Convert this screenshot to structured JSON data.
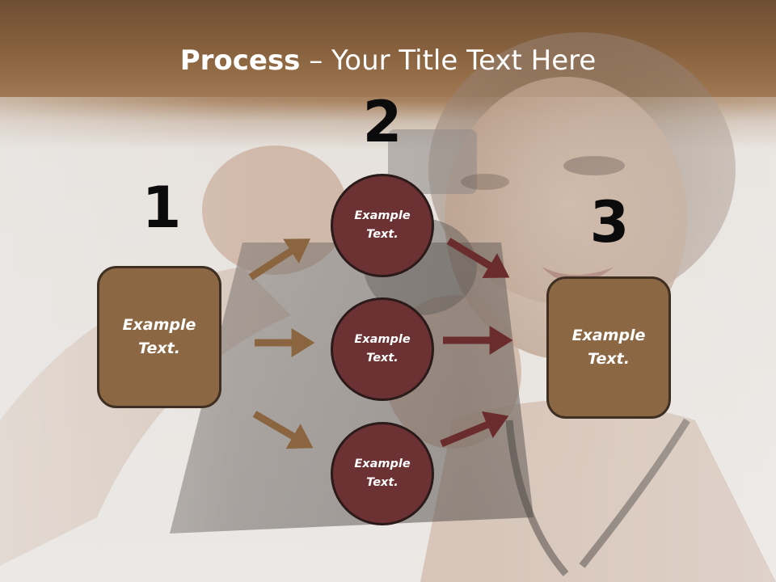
{
  "slide": {
    "title_bold": "Process",
    "title_rest": " – Your Title Text Here",
    "steps": {
      "one": {
        "number": "1",
        "box_text": "Example Text."
      },
      "two": {
        "number": "2",
        "circles": [
          {
            "text": "Example Text."
          },
          {
            "text": "Example Text."
          },
          {
            "text": "Example Text."
          }
        ]
      },
      "three": {
        "number": "3",
        "box_text": "Example Text."
      }
    }
  },
  "colors": {
    "box_fill": "#8b6744",
    "circle_fill": "#6b3133",
    "arrow_left": "#8a6540",
    "arrow_right": "#6b2c2e",
    "title_band": "#8b6440"
  },
  "icons": {
    "arrow": "arrow-right-icon"
  }
}
